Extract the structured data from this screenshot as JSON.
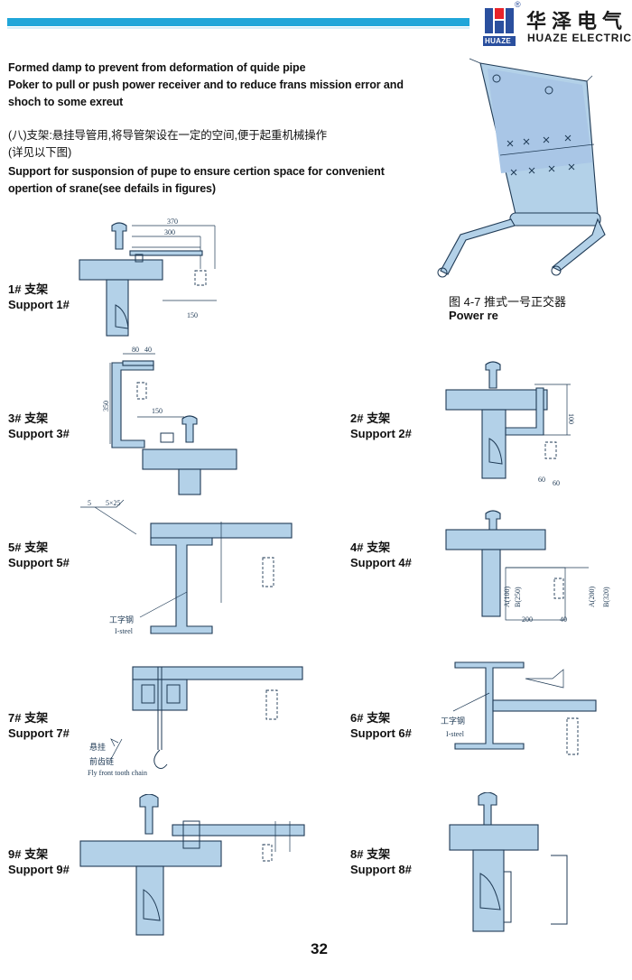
{
  "header": {
    "brand_cn": "华泽电气",
    "brand_en": "HUAZE ELECTRIC",
    "logo_text": "HUAZE",
    "registered": "®",
    "colors": {
      "bar": "#20a6d9",
      "logo": "#2a4f9e",
      "steel": "#b3d1e8"
    }
  },
  "intro": {
    "line1": "Formed damp to prevent from deformation of quide pipe",
    "line2": "Poker to pull or push power receiver and to reduce frans mission error and",
    "line3": "shoch to some exreut",
    "cn1": "(八)支架:悬挂导管用,将导管架设在一定的空间,便于起重机械操作",
    "cn2": "(详见以下图)",
    "en1": "Support for susponsion of pupe to ensure certion space for convenient",
    "en2": "opertion of srane(see defails in figures)"
  },
  "figure_4_7": {
    "caption_cn": "图 4-7 推式一号正交器",
    "caption_en": "Power re"
  },
  "supports": {
    "s1": {
      "cn": "1# 支架",
      "en": "Support 1#"
    },
    "s2": {
      "cn": "2# 支架",
      "en": "Support 2#"
    },
    "s3": {
      "cn": "3# 支架",
      "en": "Support 3#"
    },
    "s4": {
      "cn": "4# 支架",
      "en": "Support 4#"
    },
    "s5": {
      "cn": "5# 支架",
      "en": "Support 5#"
    },
    "s6": {
      "cn": "6# 支架",
      "en": "Support 6#"
    },
    "s7": {
      "cn": "7# 支架",
      "en": "Support 7#"
    },
    "s8": {
      "cn": "8# 支架",
      "en": "Support 8#"
    },
    "s9": {
      "cn": "9# 支架",
      "en": "Support 9#"
    }
  },
  "dims": {
    "s1": {
      "d370": "370",
      "d300": "300",
      "d150": "150"
    },
    "s3": {
      "d80": "80",
      "d40": "40",
      "d350": "350",
      "d150": "150"
    },
    "s2": {
      "d100": "100",
      "d60a": "60",
      "d60b": "60"
    },
    "s5": {
      "weld": "5",
      "size": "5×25",
      "cn": "工字钢",
      "en": "I-steel"
    },
    "s4": {
      "a100": "A(100)",
      "b250": "B(250)",
      "a200": "A(200)",
      "b320": "B(320)",
      "d200": "200",
      "d40": "40"
    },
    "s7": {
      "cn1": "悬挂",
      "cn2": "前齿链",
      "en": "Fly front tooth chain"
    },
    "s6": {
      "cn": "工字钢",
      "en": "I-steel"
    }
  },
  "page_number": "32"
}
